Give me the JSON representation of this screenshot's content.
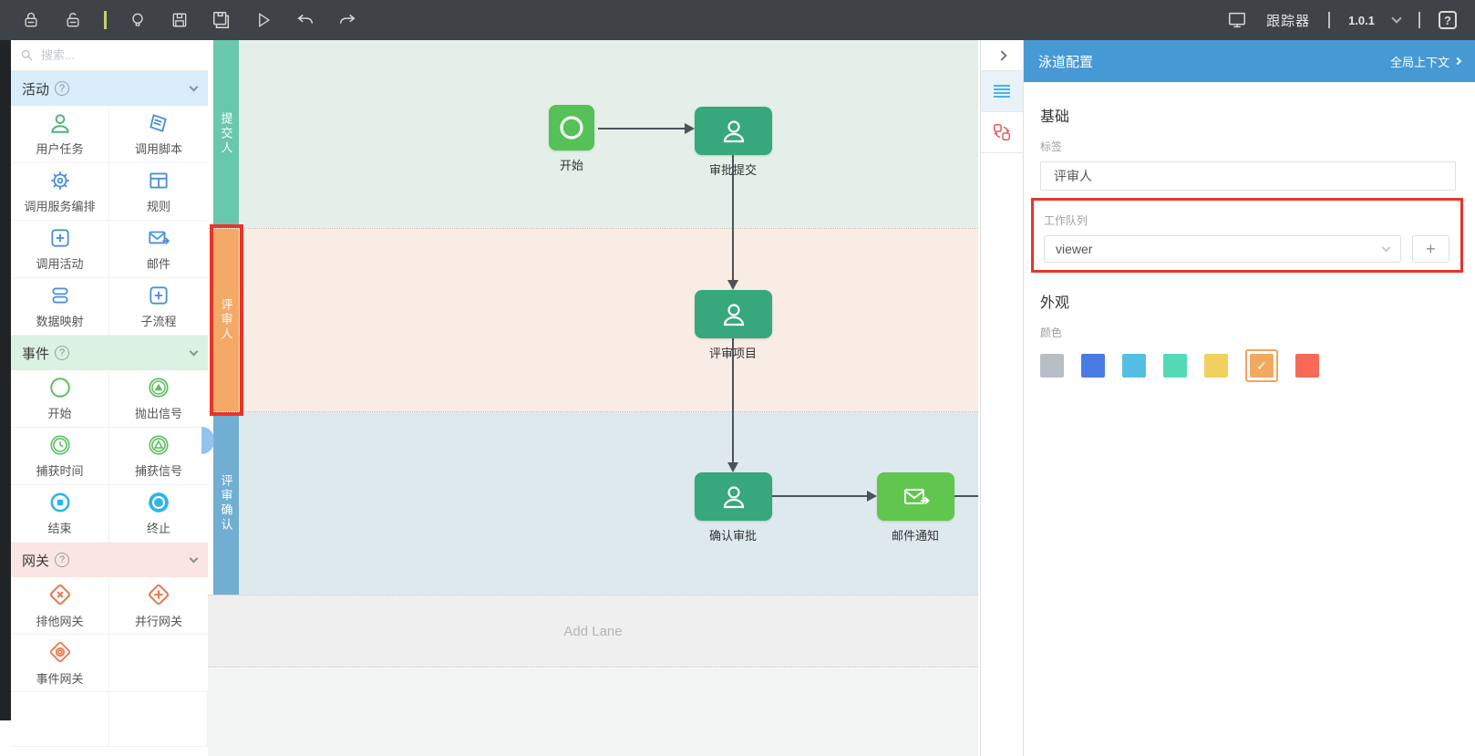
{
  "toolbar": {
    "tracker": "跟踪器",
    "version": "1.0.1"
  },
  "icons": {
    "question": "?",
    "plus": "+",
    "check": "✓",
    "help": "?"
  },
  "sidebar": {
    "search_placeholder": "搜索...",
    "sections": [
      {
        "title": "活动",
        "items": [
          {
            "label": "用户任务"
          },
          {
            "label": "调用脚本"
          },
          {
            "label": "调用服务编排"
          },
          {
            "label": "规则"
          },
          {
            "label": "调用活动"
          },
          {
            "label": "邮件"
          },
          {
            "label": "数据映射"
          },
          {
            "label": "子流程"
          }
        ]
      },
      {
        "title": "事件",
        "items": [
          {
            "label": "开始"
          },
          {
            "label": "抛出信号"
          },
          {
            "label": "捕获时间"
          },
          {
            "label": "捕获信号"
          },
          {
            "label": "结束"
          },
          {
            "label": "终止"
          }
        ]
      },
      {
        "title": "网关",
        "items": [
          {
            "label": "排他网关"
          },
          {
            "label": "并行网关"
          },
          {
            "label": "事件网关"
          }
        ]
      }
    ]
  },
  "canvas": {
    "lanes": [
      {
        "label": "提交人",
        "header_color": "#68c8ac",
        "body_color": "#e4efe9"
      },
      {
        "label": "评审人",
        "header_color": "#f5a968",
        "body_color": "#f8ece4"
      },
      {
        "label": "评审确认",
        "header_color": "#70aed2",
        "body_color": "#dee9ee"
      }
    ],
    "add_lane_label": "Add Lane",
    "nodes": [
      {
        "label": "开始",
        "color": "#55c157"
      },
      {
        "label": "审批提交",
        "color": "#36a87c"
      },
      {
        "label": "评审项目",
        "color": "#36a87c"
      },
      {
        "label": "确认审批",
        "color": "#36a87c"
      },
      {
        "label": "邮件通知",
        "color": "#61c64e"
      }
    ]
  },
  "panel": {
    "title": "泳道配置",
    "context_link": "全局上下文",
    "sections": {
      "basic": "基础",
      "appearance": "外观"
    },
    "fields": {
      "label": {
        "label": "标签",
        "value": "评审人"
      },
      "queue": {
        "label": "工作队列",
        "value": "viewer"
      }
    },
    "color_label": "颜色",
    "colors": [
      "#b8bec6",
      "#4a7be4",
      "#54bfe4",
      "#54dbb6",
      "#f0d05e",
      "#f2a95f",
      "#f66a57"
    ],
    "selected_color_index": 5,
    "highlight_color": "#ea3429"
  }
}
